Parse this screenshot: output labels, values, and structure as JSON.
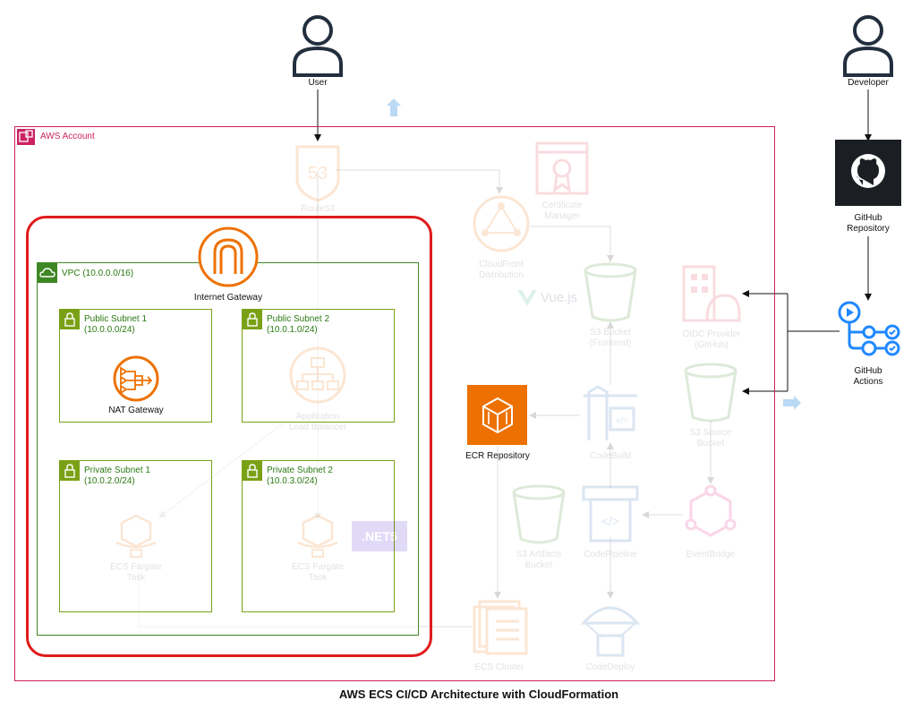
{
  "footer_title": "AWS ECS CI/CD Architecture with CloudFormation",
  "colors": {
    "account_border": "#cc2264",
    "vpc_green": "#3f8624",
    "highlight_red": "#e01b1b",
    "aws_orange": "#ed7100",
    "github_black": "#1b1f23",
    "actions_blue": "#2088ff"
  },
  "actors": {
    "user": {
      "label": "User",
      "icon": "user-icon"
    },
    "developer": {
      "label": "Developer",
      "icon": "user-icon"
    }
  },
  "account": {
    "label": "AWS Account"
  },
  "vpc": {
    "label": "VPC (10.0.0.0/16)"
  },
  "internet_gateway": {
    "label": "Internet Gateway"
  },
  "subnets": {
    "public1": {
      "name": "Public Subnet 1",
      "cidr": "(10.0.0.0/24)"
    },
    "public2": {
      "name": "Public Subnet 2",
      "cidr": "(10.0.1.0/24)"
    },
    "private1": {
      "name": "Private Subnet 1",
      "cidr": "(10.0.2.0/24)"
    },
    "private2": {
      "name": "Private Subnet 2",
      "cidr": "(10.0.3.0/24)"
    }
  },
  "nat_gateway": {
    "label": "NAT Gateway"
  },
  "ecr": {
    "label": "ECR Repository"
  },
  "github_repo": {
    "line1": "GitHub",
    "line2": "Repository"
  },
  "github_actions": {
    "line1": "GitHub",
    "line2": "Actions"
  },
  "faded": {
    "route53": "Route53",
    "cert": {
      "line1": "Certificate",
      "line2": "Manager"
    },
    "cloudfront": {
      "line1": "CloudFront",
      "line2": "Distribution"
    },
    "vue": "Vue.js",
    "s3_frontend": {
      "line1": "S3 Bucket",
      "line2": "(Frontend)"
    },
    "oidc": {
      "line1": "OIDC Provider",
      "line2": "(GitHub)"
    },
    "alb": {
      "line1": "Application",
      "line2": "Load Balancer"
    },
    "s3_source": {
      "line1": "S3 Source",
      "line2": "Bucket"
    },
    "codebuild": "CodeBuild",
    "s3_artifacts": {
      "line1": "S3 Artifacts",
      "line2": "Bucket"
    },
    "codepipeline": "CodePipeline",
    "eventbridge": "EventBridge",
    "fargate1": {
      "line1": "ECS Fargate",
      "line2": "Task"
    },
    "fargate2": {
      "line1": "ECS Fargate",
      "line2": "Task"
    },
    "dotnet": ".NET5",
    "ecs_cluster": "ECS Cluster",
    "codedeploy": "CodeDeploy"
  }
}
